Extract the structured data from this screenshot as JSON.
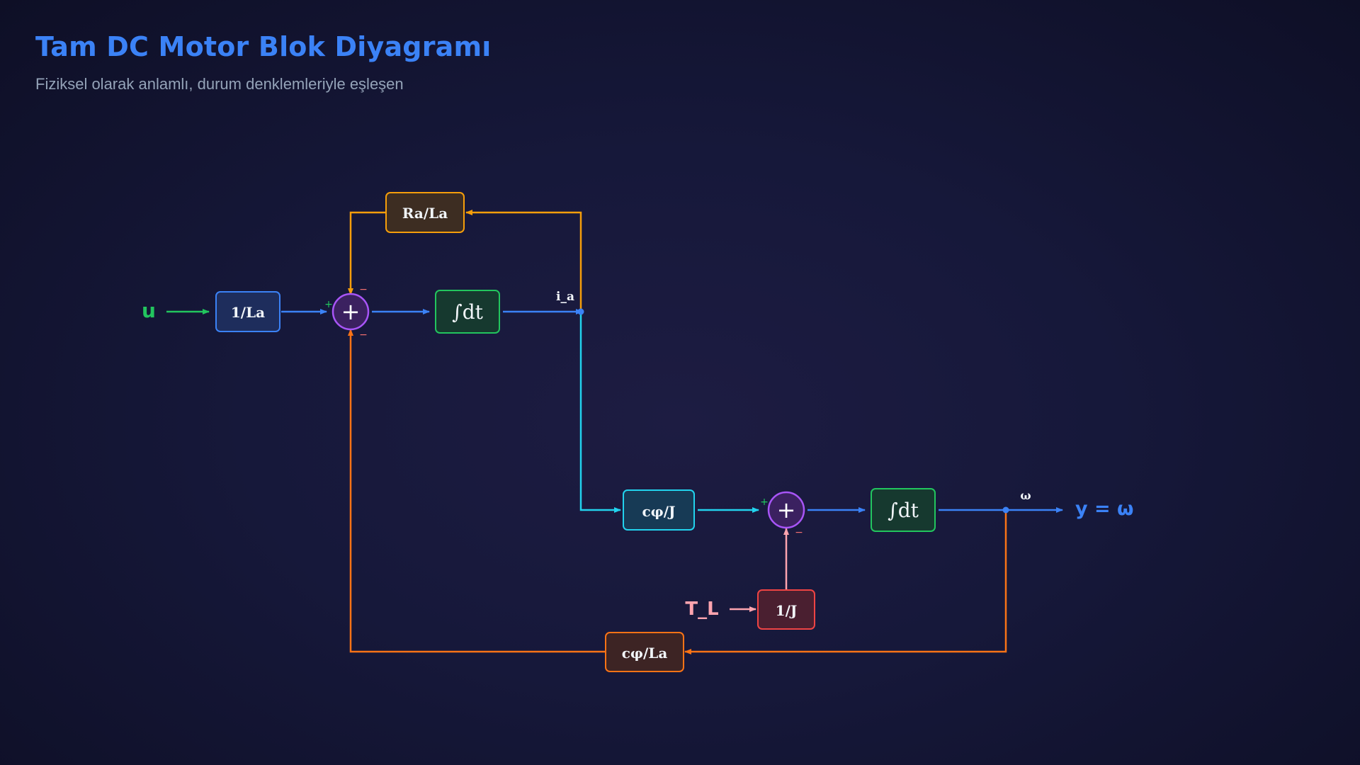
{
  "header": {
    "title": "Tam DC Motor Blok Diyagramı",
    "subtitle": "Fiziksel olarak anlamlı, durum denklemleriyle eşleşen"
  },
  "signals": {
    "input": "u",
    "current": "i_a",
    "speed": "ω",
    "output": "y = ω",
    "load": "T_L"
  },
  "blocks": {
    "gain_input": "1/La",
    "feedback_ra": "Ra/La",
    "integrator_current": "∫dt",
    "gain_torque": "cφ/J",
    "integrator_speed": "∫dt",
    "gain_load": "1/J",
    "feedback_emf": "cφ/La"
  },
  "summing": {
    "symbol": "+",
    "sum1": {
      "plus_left": "+",
      "minus_top": "−",
      "minus_bottom": "−"
    },
    "sum2": {
      "plus_left": "+",
      "minus_bottom": "−"
    }
  },
  "colors": {
    "title": "#3b82f6",
    "main_flow": "#3b82f6",
    "input_signal": "#22c55e",
    "current_path": "#22d3ee",
    "ra_feedback": "#f59e0b",
    "emf_feedback": "#f97316",
    "load_signal": "#fda4af",
    "summing_junction": "#a855f7"
  }
}
